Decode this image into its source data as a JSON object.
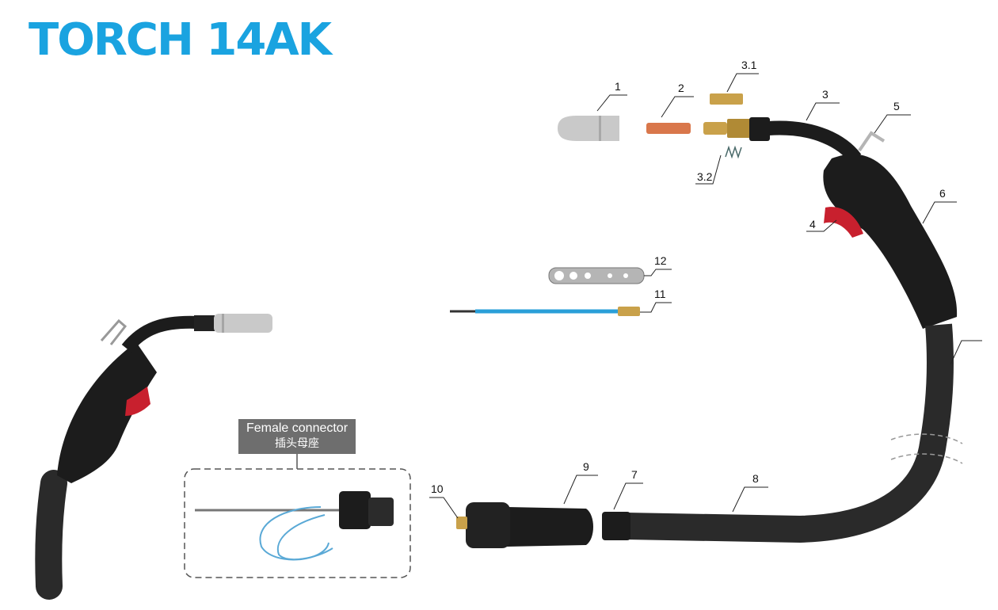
{
  "title": "TORCH 14AK",
  "colors": {
    "title": "#1aa3e0",
    "cable": "#2a2a2a",
    "handle": "#1c1c1c",
    "trigger": "#c8202e",
    "liner": "#2a9fd8",
    "brass": "#c9a14a",
    "copper": "#d9774b",
    "nozzle": "#c9c9c9",
    "label_bg": "#6e6e6e"
  },
  "callouts": [
    "1",
    "2",
    "3",
    "3.1",
    "3.2",
    "4",
    "5",
    "6",
    "7",
    "8",
    "9",
    "10",
    "11",
    "12"
  ],
  "female_connector": {
    "label_en": "Female connector",
    "label_cn": "插头母座"
  },
  "parts": [
    {
      "id": "nozzle",
      "icon": "nozzle-icon"
    },
    {
      "id": "contact-tip",
      "icon": "contact-tip-icon"
    },
    {
      "id": "tip-adaptor",
      "icon": "tip-adaptor-icon"
    },
    {
      "id": "spring",
      "icon": "spring-icon"
    },
    {
      "id": "handle",
      "icon": "handle-icon"
    },
    {
      "id": "hanger",
      "icon": "hanger-icon"
    },
    {
      "id": "cable",
      "icon": "cable-icon"
    },
    {
      "id": "euro-connector",
      "icon": "connector-icon"
    },
    {
      "id": "liner",
      "icon": "liner-icon"
    },
    {
      "id": "spanner",
      "icon": "spanner-icon"
    }
  ]
}
